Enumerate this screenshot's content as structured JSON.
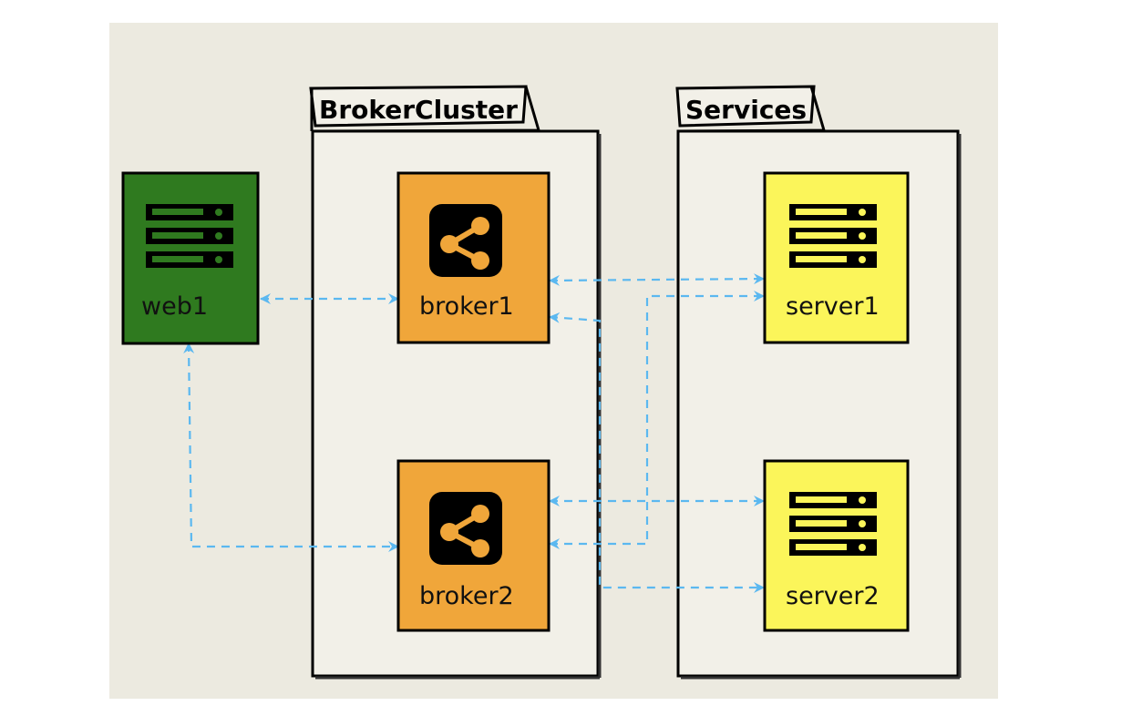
{
  "diagram": {
    "background": "#ECEAE0",
    "packages": [
      {
        "id": "broker-cluster",
        "title": "BrokerCluster"
      },
      {
        "id": "services",
        "title": "Services"
      }
    ],
    "nodes": [
      {
        "id": "web1",
        "label": "web1",
        "fill": "#2F7A1F",
        "icon": "server-rack-icon"
      },
      {
        "id": "broker1",
        "label": "broker1",
        "fill": "#F0A63A",
        "icon": "share-icon"
      },
      {
        "id": "broker2",
        "label": "broker2",
        "fill": "#F0A63A",
        "icon": "share-icon"
      },
      {
        "id": "server1",
        "label": "server1",
        "fill": "#FBF55A",
        "icon": "server-rack-icon"
      },
      {
        "id": "server2",
        "label": "server2",
        "fill": "#FBF55A",
        "icon": "server-rack-icon"
      }
    ],
    "edges": [
      {
        "from": "web1",
        "to": "broker1",
        "direction": "both"
      },
      {
        "from": "web1",
        "to": "broker2",
        "direction": "both"
      },
      {
        "from": "broker1",
        "to": "server1",
        "direction": "both"
      },
      {
        "from": "broker2",
        "to": "server1",
        "direction": "both"
      },
      {
        "from": "broker1",
        "to": "server2",
        "direction": "both"
      },
      {
        "from": "broker2",
        "to": "server2",
        "direction": "both"
      }
    ],
    "edge_color": "#5BB8F0"
  }
}
